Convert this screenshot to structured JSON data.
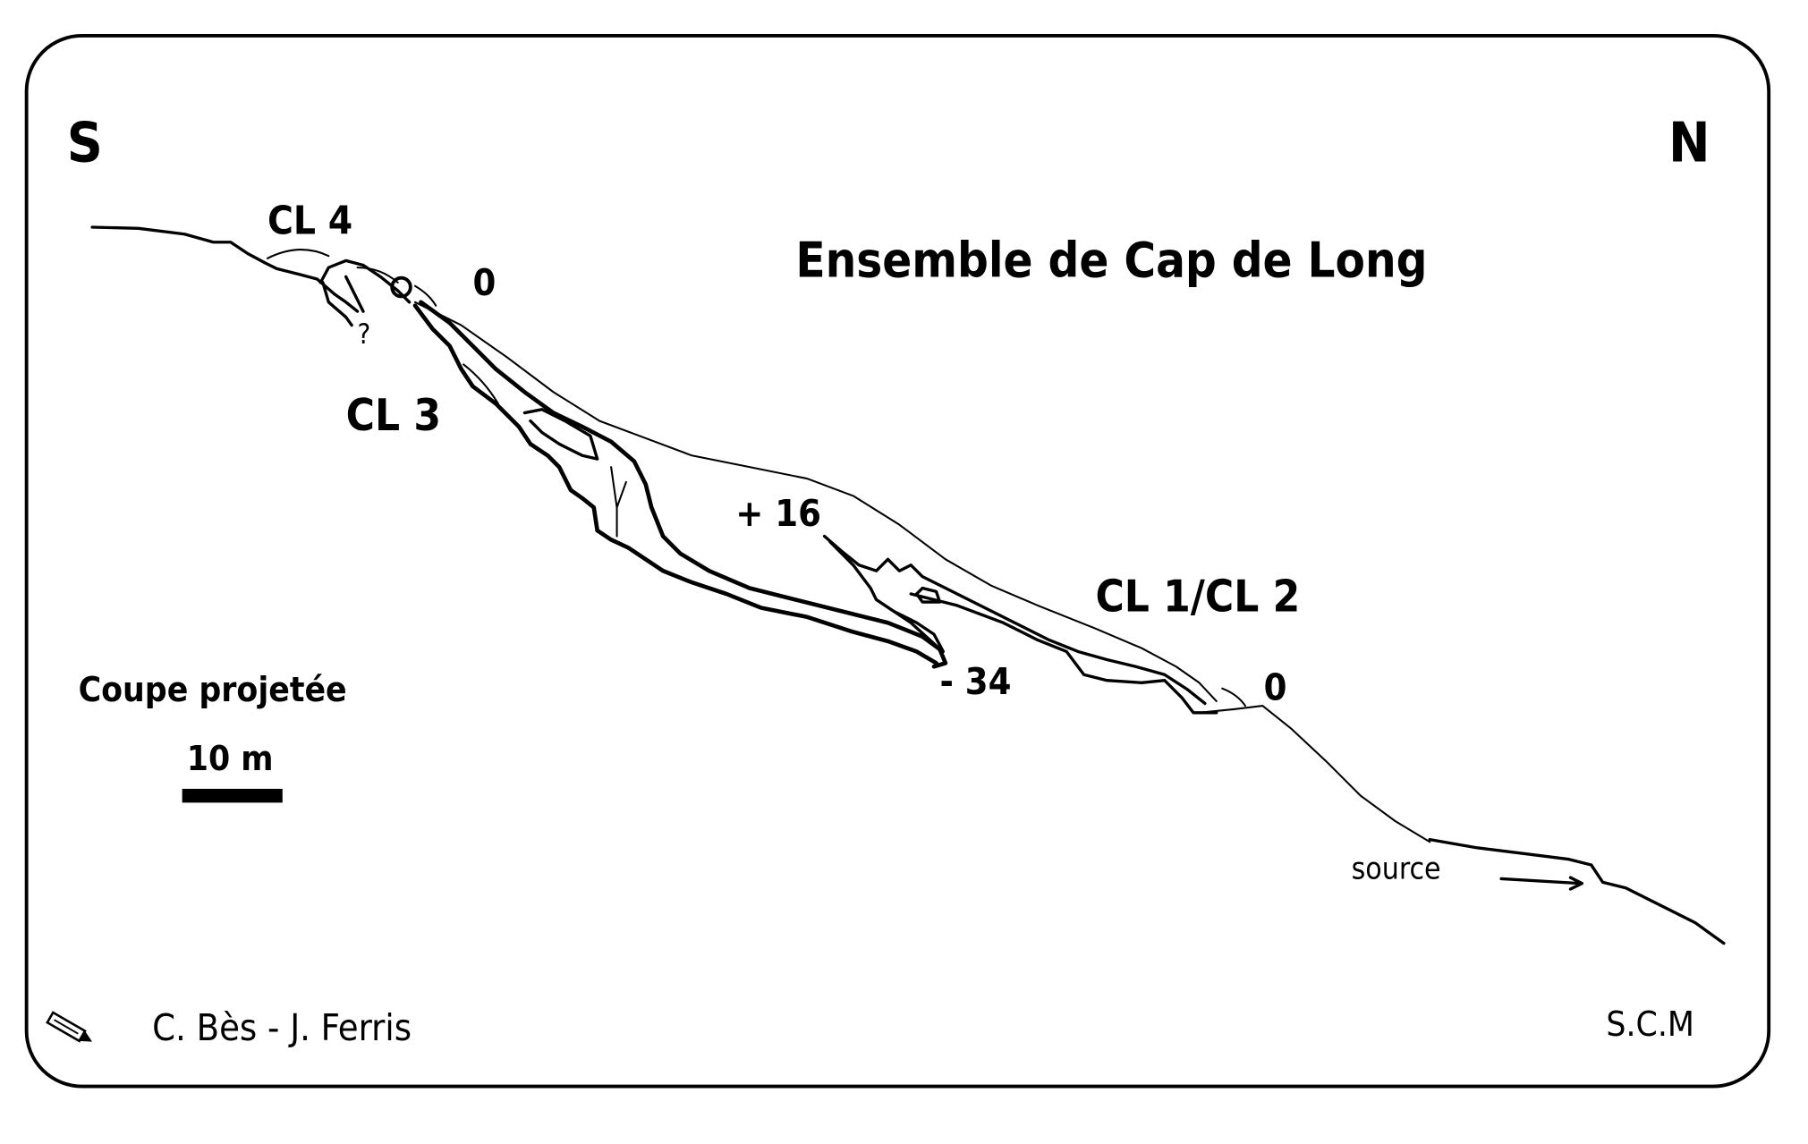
{
  "title": "Ensemble de Cap de Long",
  "compass": {
    "south": "S",
    "north": "N"
  },
  "caves": {
    "cl4": "CL 4",
    "cl3": "CL 3",
    "cl1_cl2": "CL 1/CL 2"
  },
  "depths": {
    "entrance_upper": "0",
    "entrance_lower": "0",
    "high_point": "+ 16",
    "low_point": "- 34",
    "unknown": "?"
  },
  "source_label": "source",
  "legend": {
    "projection": "Coupe projetée",
    "scale_label": "10 m"
  },
  "credits": {
    "authors": "C. Bès - J. Ferris",
    "club": "S.C.M"
  },
  "icons": {
    "author": "pencil-icon"
  }
}
